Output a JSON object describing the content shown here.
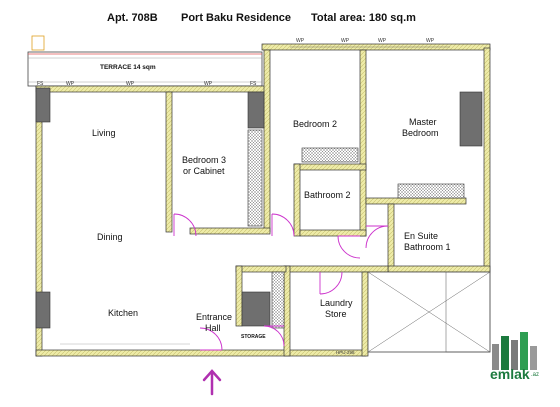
{
  "header": {
    "apt": "Apt. 708B",
    "residence": "Port Baku Residence",
    "area": "Total area: 180 sq.m"
  },
  "labels": {
    "terrace": "TERRACE 14 sqm",
    "living": "Living",
    "bedroom3_line1": "Bedroom 3",
    "bedroom3_line2": "or Cabinet",
    "bedroom2": "Bedroom 2",
    "master_line1": "Master",
    "master_line2": "Bedroom",
    "bathroom2": "Bathroom 2",
    "ensuite_line1": "En Suite",
    "ensuite_line2": "Bathroom 1",
    "dining": "Dining",
    "kitchen": "Kitchen",
    "entrance_line1": "Entrance",
    "entrance_line2": "Hall",
    "laundry_line1": "Laundry",
    "laundry_line2": "Store",
    "storage": "STORAGE",
    "wp": "WP",
    "fs": "FS",
    "hpu": "HPU-298"
  },
  "logo": {
    "name": "emlak",
    "suffix": ".az",
    "color": "#1c7a3e"
  },
  "colors": {
    "wall_fill": "#eeeca8",
    "column": "#6f6f6f",
    "door": "#cc33cc",
    "entrance_arrow": "#b030b0",
    "terrace_line": "#e05555"
  }
}
